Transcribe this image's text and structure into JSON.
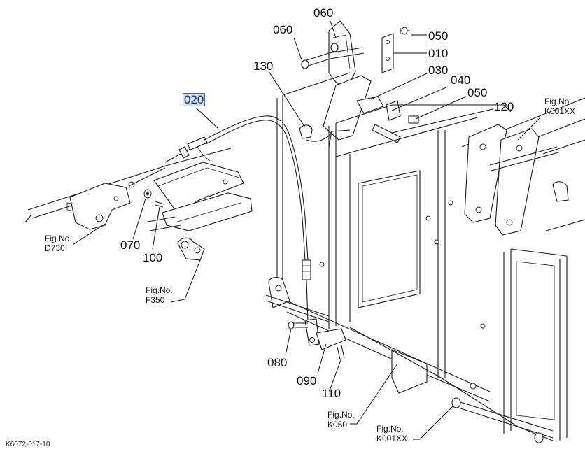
{
  "diagram": {
    "drawing_code": "K6072-017-10",
    "callouts": [
      {
        "id": "060a",
        "text": "060"
      },
      {
        "id": "060b",
        "text": "060"
      },
      {
        "id": "050a",
        "text": "050"
      },
      {
        "id": "010",
        "text": "010"
      },
      {
        "id": "130",
        "text": "130"
      },
      {
        "id": "030",
        "text": "030"
      },
      {
        "id": "040",
        "text": "040"
      },
      {
        "id": "050b",
        "text": "050"
      },
      {
        "id": "120",
        "text": "120"
      },
      {
        "id": "020",
        "text": "020",
        "highlighted": true
      },
      {
        "id": "070",
        "text": "070"
      },
      {
        "id": "100",
        "text": "100"
      },
      {
        "id": "080",
        "text": "080"
      },
      {
        "id": "090",
        "text": "090"
      },
      {
        "id": "110",
        "text": "110"
      }
    ],
    "figure_refs": [
      {
        "id": "k001xx_top",
        "line1": "Fig.No.",
        "line2": "K001XX"
      },
      {
        "id": "d730",
        "line1": "Fig.No.",
        "line2": "D730"
      },
      {
        "id": "f350",
        "line1": "Fig.No.",
        "line2": "F350"
      },
      {
        "id": "k050",
        "line1": "Fig.No.",
        "line2": "K050"
      },
      {
        "id": "k001xx_bottom",
        "line1": "Fig.No.",
        "line2": "K001XX"
      }
    ]
  }
}
